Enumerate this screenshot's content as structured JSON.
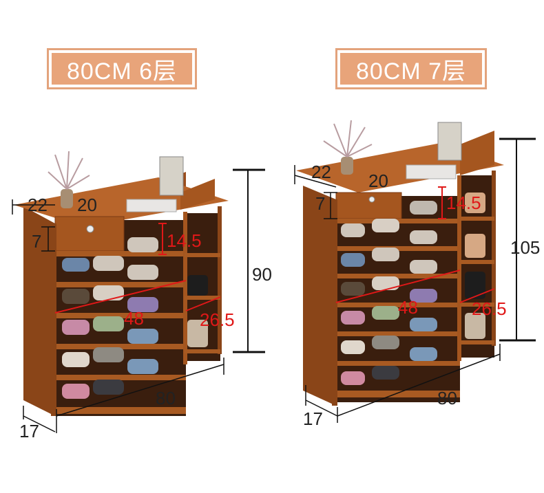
{
  "left": {
    "title": "80CM 6层",
    "dims": {
      "depth_top": "22",
      "drawer_width": "20",
      "drawer_height": "7",
      "gap": "14.5",
      "height": "90",
      "shelf_width": "48",
      "side_width": "26.5",
      "width": "80",
      "depth": "17"
    }
  },
  "right": {
    "title": "80CM 7层",
    "dims": {
      "depth_top": "22",
      "drawer_width": "20",
      "drawer_height": "7",
      "gap": "14.5",
      "height": "105",
      "shelf_width": "48",
      "side_width": "26.5",
      "width": "80",
      "depth": "17"
    }
  },
  "colors": {
    "wood": "#a5561f",
    "wood_dark": "#7a3a14",
    "title_fill": "#e8a47a",
    "red_dim": "#e01818"
  }
}
